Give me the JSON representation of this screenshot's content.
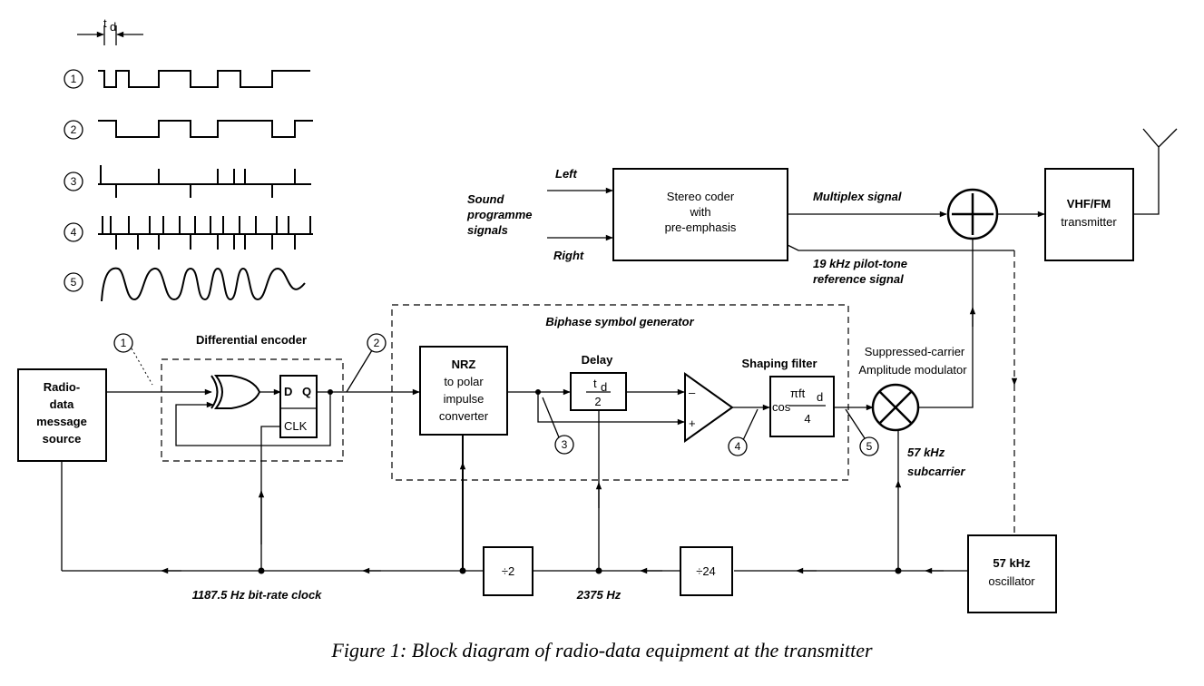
{
  "caption": "Figure 1:  Block diagram of radio-data equipment at the transmitter",
  "timing": {
    "td_label": "t",
    "td_sub": "d",
    "trace_numbers": [
      "1",
      "2",
      "3",
      "4",
      "5"
    ]
  },
  "inputs": {
    "sound_line1": "Sound",
    "sound_line2": "programme",
    "sound_line3": "signals",
    "left": "Left",
    "right": "Right"
  },
  "blocks": {
    "stereo_line1": "Stereo coder",
    "stereo_line2": "with",
    "stereo_line3": "pre-emphasis",
    "vhf_line1": "VHF/FM",
    "vhf_line2": "transmitter",
    "radio_line1": "Radio-",
    "radio_line2": "data",
    "radio_line3": "message",
    "radio_line4": "source",
    "nrz_line1": "NRZ",
    "nrz_line2": "to polar",
    "nrz_line3": "impulse",
    "nrz_line4": "converter",
    "delay_top": "t",
    "delay_top_sub": "d",
    "delay_bottom": "2",
    "shaping_cos": "cos",
    "shaping_num": "πft",
    "shaping_num_sub": "d",
    "shaping_den": "4",
    "ff_d": "D",
    "ff_q": "Q",
    "ff_clk": "CLK",
    "comparator_minus": "–",
    "comparator_plus": "+",
    "div2": "÷2",
    "div24": "÷24",
    "osc_line1": "57 kHz",
    "osc_line2": "oscillator"
  },
  "labels": {
    "multiplex": "Multiplex signal",
    "pilot_line1": "19 kHz pilot-tone",
    "pilot_line2": "reference signal",
    "biphase": "Biphase symbol generator",
    "diff_encoder": "Differential  encoder",
    "delay": "Delay",
    "shaping": "Shaping filter",
    "am_line1": "Suppressed-carrier",
    "am_line2": "Amplitude modulator",
    "sub_line1": "57 kHz",
    "sub_line2": "subcarrier",
    "bitrate_clock": "1187.5 Hz bit-rate clock",
    "freq_2375": "2375 Hz"
  },
  "markers": [
    "1",
    "2",
    "3",
    "4",
    "5"
  ]
}
